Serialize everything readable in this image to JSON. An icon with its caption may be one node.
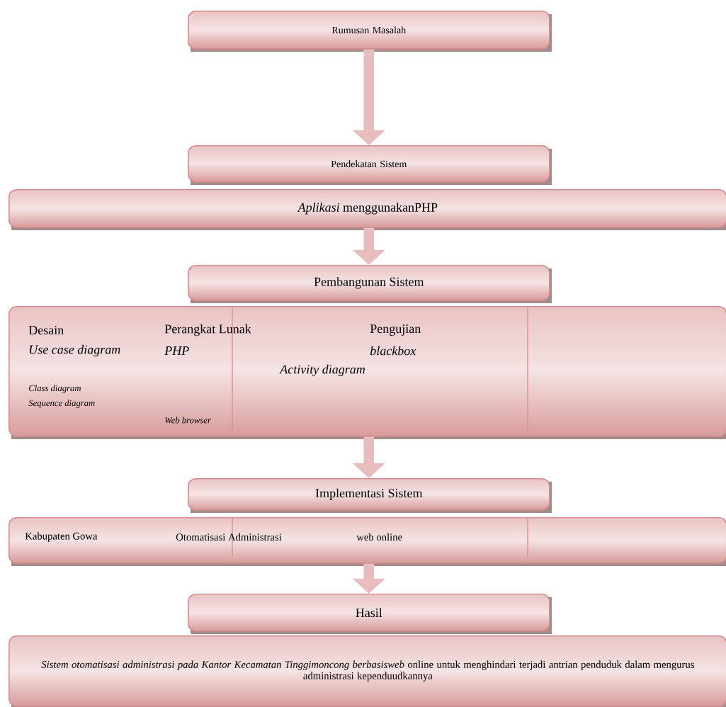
{
  "diagram": {
    "nodes": [
      {
        "text": [
          "Rumusan Masalah"
        ]
      },
      {
        "text": [
          "Pendekatan Sistem"
        ]
      },
      {
        "text": [
          "*Aplikasi* menggunakanPHP"
        ]
      },
      {
        "text": [
          "Pembangunan Sistem"
        ]
      },
      {
        "text": [
          "Desain",
          "Perangkat Lunak",
          "Pengujian",
          "Use case diagram",
          "PHP",
          "blackbox",
          "Activity diagram",
          "Class diagram",
          "Sequence diagram",
          "Web browser"
        ]
      },
      {
        "text": [
          "Implementasi Sistem"
        ]
      },
      {
        "text": [
          "Kabupaten Gowa",
          "Otomatisasi Administrasi",
          "web online"
        ]
      },
      {
        "text": [
          "Hasil"
        ]
      },
      {
        "text": [
          "*Sistem otomatisasi administrasi pada Kantor Kecamatan Tinggimoncong  berbasisweb* online untuk menghindari terjadi antrian penduduk dalam mengurus administrasi kependuudkannya"
        ]
      }
    ],
    "edges": [
      {
        "from": 0,
        "to": 1,
        "arrow": "to"
      },
      {
        "from": 2,
        "to": 3,
        "arrow": "to"
      },
      {
        "from": 4,
        "to": 5,
        "arrow": "to"
      },
      {
        "from": 6,
        "to": 7,
        "arrow": "to"
      }
    ]
  }
}
